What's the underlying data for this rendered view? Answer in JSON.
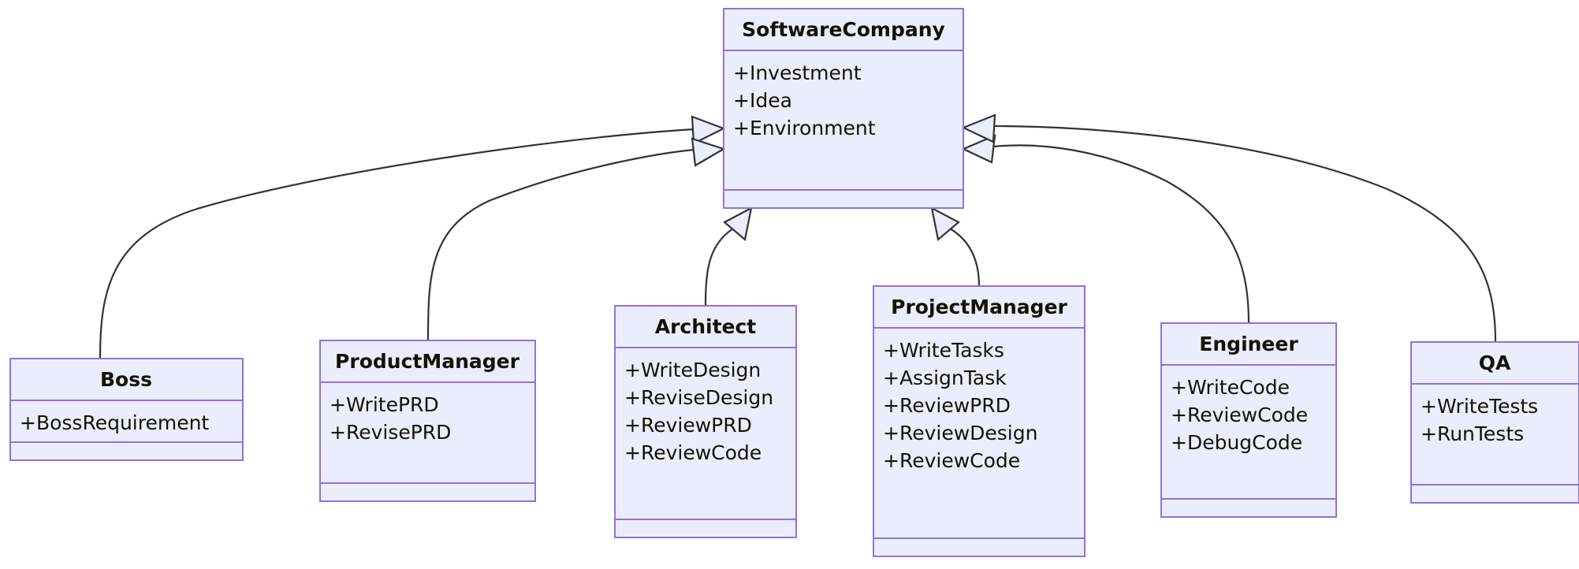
{
  "diagram": {
    "kind": "uml-class-diagram",
    "title": "SoftwareCompany class hierarchy",
    "colors": {
      "box_fill": "#ECECFF",
      "box_stroke": "#9370DB",
      "text": "#131300",
      "edge": "#333333",
      "background": "#ffffff"
    },
    "relationship_type": "generalization",
    "classes": [
      {
        "id": "software-company",
        "name": "SoftwareCompany",
        "attributes": [
          "+Investment",
          "+Idea",
          "+Environment"
        ],
        "methods": []
      },
      {
        "id": "boss",
        "name": "Boss",
        "attributes": [
          "+BossRequirement"
        ],
        "methods": []
      },
      {
        "id": "product-manager",
        "name": "ProductManager",
        "attributes": [
          "+WritePRD",
          "+RevisePRD"
        ],
        "methods": []
      },
      {
        "id": "architect",
        "name": "Architect",
        "attributes": [
          "+WriteDesign",
          "+ReviseDesign",
          "+ReviewPRD",
          "+ReviewCode"
        ],
        "methods": []
      },
      {
        "id": "project-manager",
        "name": "ProjectManager",
        "attributes": [
          "+WriteTasks",
          "+AssignTask",
          "+ReviewPRD",
          "+ReviewDesign",
          "+ReviewCode"
        ],
        "methods": []
      },
      {
        "id": "engineer",
        "name": "Engineer",
        "attributes": [
          "+WriteCode",
          "+ReviewCode",
          "+DebugCode"
        ],
        "methods": []
      },
      {
        "id": "qa",
        "name": "QA",
        "attributes": [
          "+WriteTests",
          "+RunTests"
        ],
        "methods": []
      }
    ],
    "edges": [
      {
        "from": "boss",
        "to": "software-company",
        "type": "generalization"
      },
      {
        "from": "product-manager",
        "to": "software-company",
        "type": "generalization"
      },
      {
        "from": "architect",
        "to": "software-company",
        "type": "generalization"
      },
      {
        "from": "project-manager",
        "to": "software-company",
        "type": "generalization"
      },
      {
        "from": "engineer",
        "to": "software-company",
        "type": "generalization"
      },
      {
        "from": "qa",
        "to": "software-company",
        "type": "generalization"
      }
    ]
  }
}
